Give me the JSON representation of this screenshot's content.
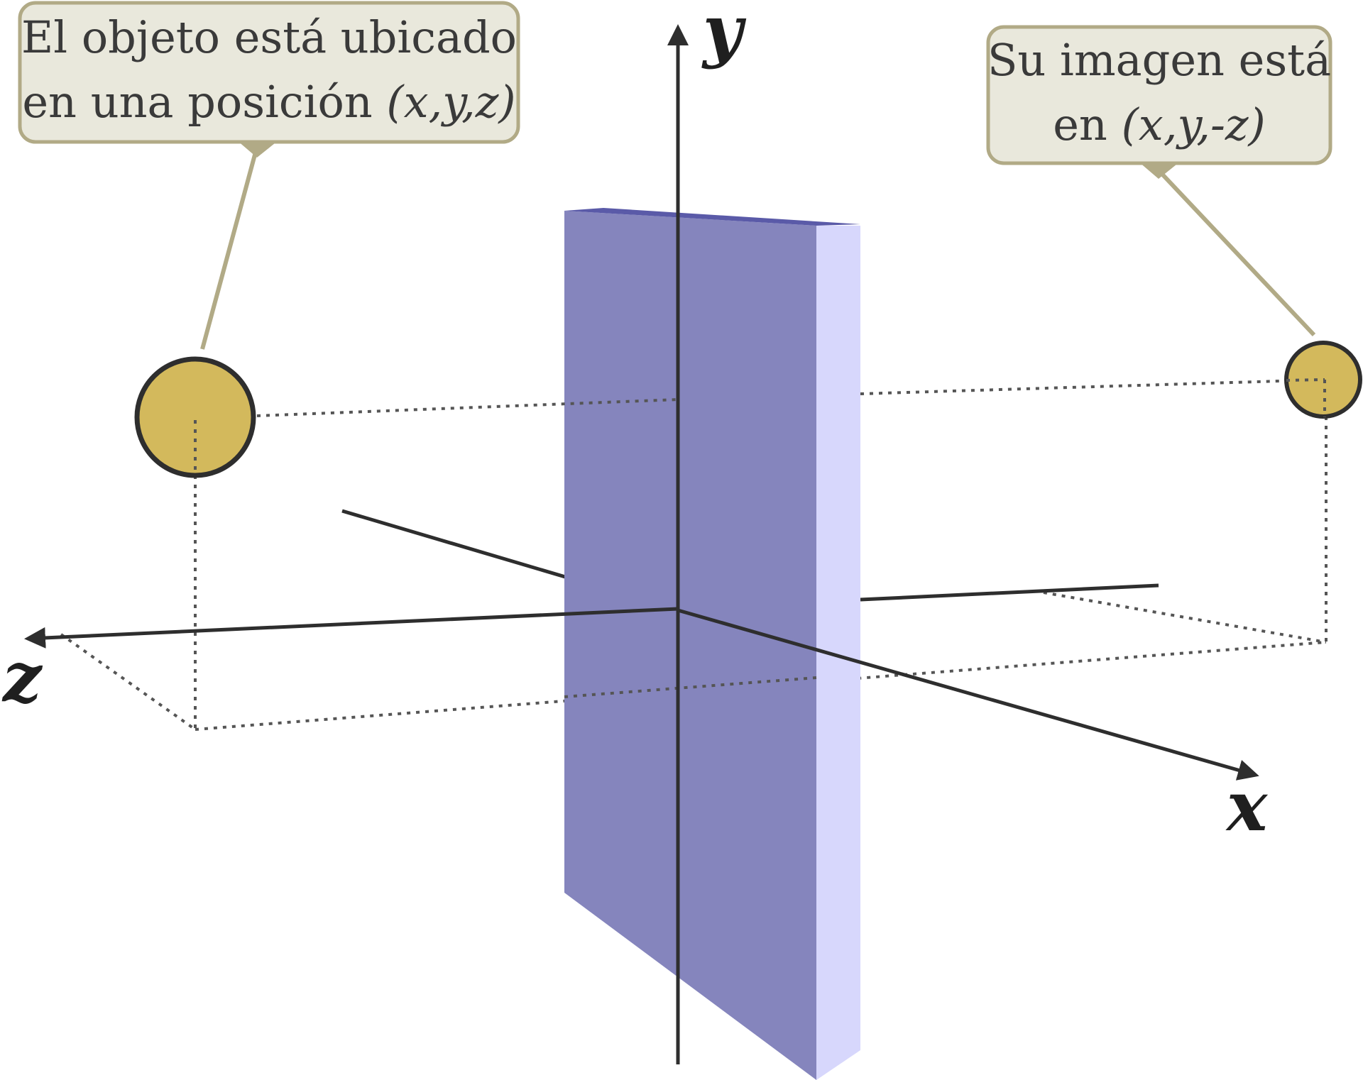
{
  "axes": {
    "x_label": "x",
    "y_label": "y",
    "z_label": "z"
  },
  "callouts": {
    "object": {
      "line1": "El objeto está ubicado",
      "line2_prefix": "en una posición ",
      "line2_coord": "(x,y,z)"
    },
    "image": {
      "line1": "Su imagen está",
      "line2_prefix": "en ",
      "line2_coord": "(x,y,-z)"
    }
  },
  "colors": {
    "mirror_front": "#8585bd",
    "mirror_side": "#d7d7fc",
    "mirror_top": "#5a5aa8",
    "sphere_fill": "#d3b95c",
    "sphere_stroke": "#2e2e2e",
    "callout_fill": "#e9e8dc",
    "callout_stroke": "#b1aa86",
    "axis": "#2e2e2e",
    "dotted": "#555555"
  },
  "icons": {
    "object": "sphere-object-icon",
    "image": "sphere-image-icon",
    "mirror": "plane-mirror-icon"
  }
}
